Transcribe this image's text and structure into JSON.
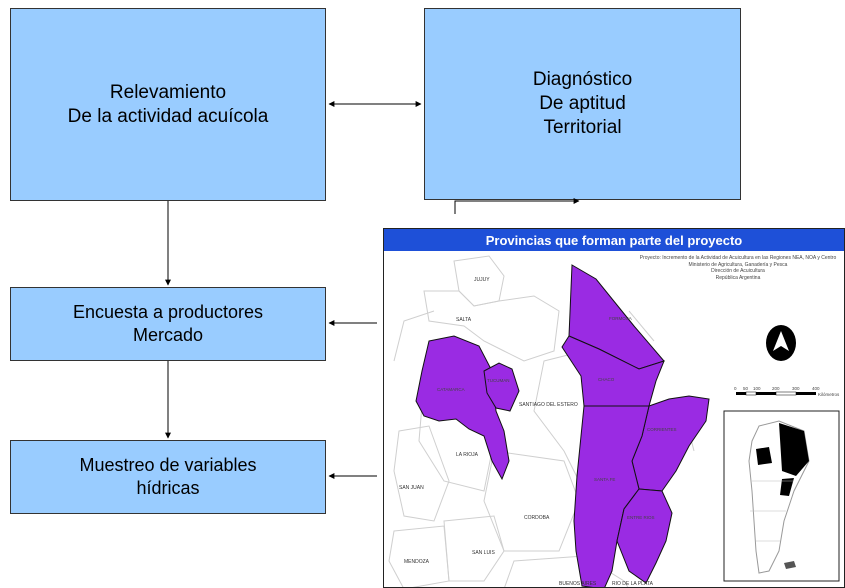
{
  "boxes": {
    "relevamiento": {
      "line1": "Relevamiento",
      "line2": "De la actividad acuícola"
    },
    "diagnostico": {
      "line1": "Diagnóstico",
      "line2": "De aptitud",
      "line3": "Territorial"
    },
    "encuesta": {
      "line1": "Encuesta a productores",
      "line2": "Mercado"
    },
    "muestreo": {
      "line1": "Muestreo de variables",
      "line2": "hídricas"
    }
  },
  "map": {
    "title": "Provincias que forman parte del proyecto",
    "credit": {
      "line1": "Proyecto: Incremento de la Actividad de Acuicultura en las Regiones NEA, NOA y Centro",
      "line2": "Ministerio de Agricultura, Ganadería y Pesca",
      "line3": "Dirección de Acuicultura",
      "line4": "República Argentina"
    },
    "provinces": {
      "jujuy": "JUJUY",
      "salta": "SALTA",
      "formosa": "FORMOSA",
      "chaco": "CHACO",
      "catamarca": "CATAMARCA",
      "tucuman": "TUCUMAN",
      "santiago": "SANTIAGO DEL ESTERO",
      "corrientes": "CORRIENTES",
      "larioja": "LA RIOJA",
      "sanjuan": "SAN JUAN",
      "santafe": "SANTA FE",
      "entrerios": "ENTRE RIOS",
      "cordoba": "CORDOBA",
      "sanluis": "SAN LUIS",
      "mendoza": "MENDOZA",
      "buenosaires": "BUENOS AIRES",
      "rioplata": "RIO DE LA PLATA"
    },
    "scale": {
      "ticks": [
        "0",
        "50",
        "100",
        "200",
        "300",
        "400"
      ],
      "unit": "Kilómetros"
    },
    "colors": {
      "highlight": "#9a2be3",
      "header": "#1e50d8",
      "box": "#99ccff"
    }
  }
}
